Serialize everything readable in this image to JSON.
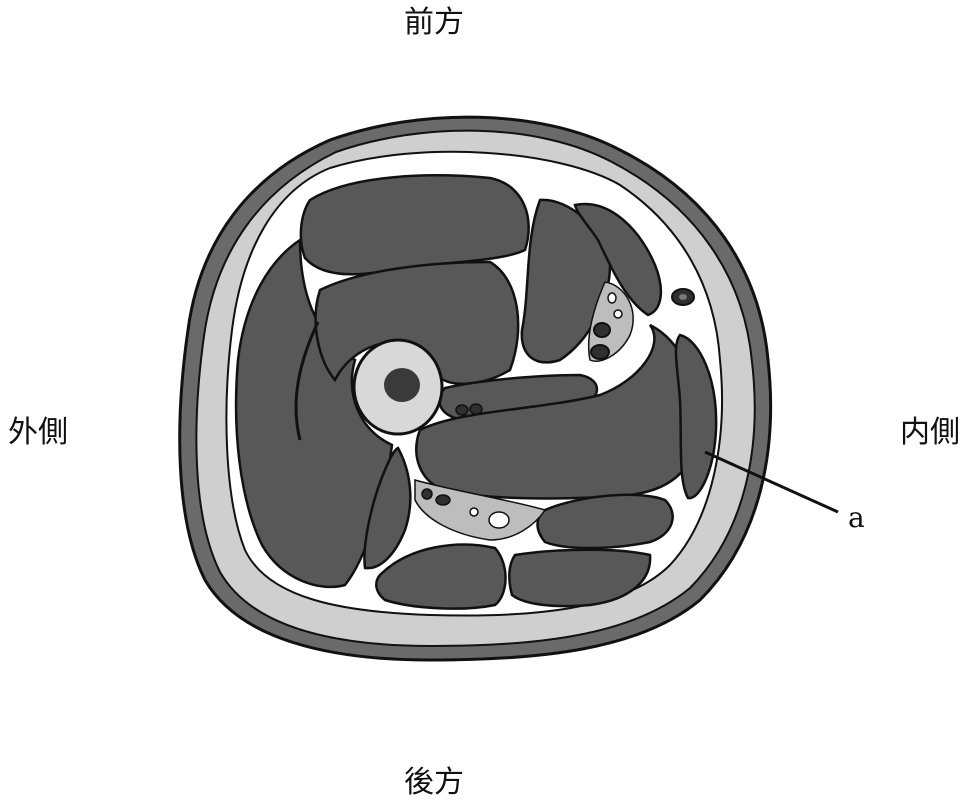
{
  "labels": {
    "anterior": "前方",
    "posterior": "後方",
    "lateral": "外側",
    "medial": "内側",
    "pointer": "a"
  },
  "colors": {
    "skin_outline": "#6a6a6a",
    "subcutaneous_fat": "#cfcfcf",
    "muscle": "#585858",
    "fascia": "#ffffff",
    "bone_cortex": "#d8d8d8",
    "marrow": "#3a3a3a",
    "outline": "#111111"
  }
}
